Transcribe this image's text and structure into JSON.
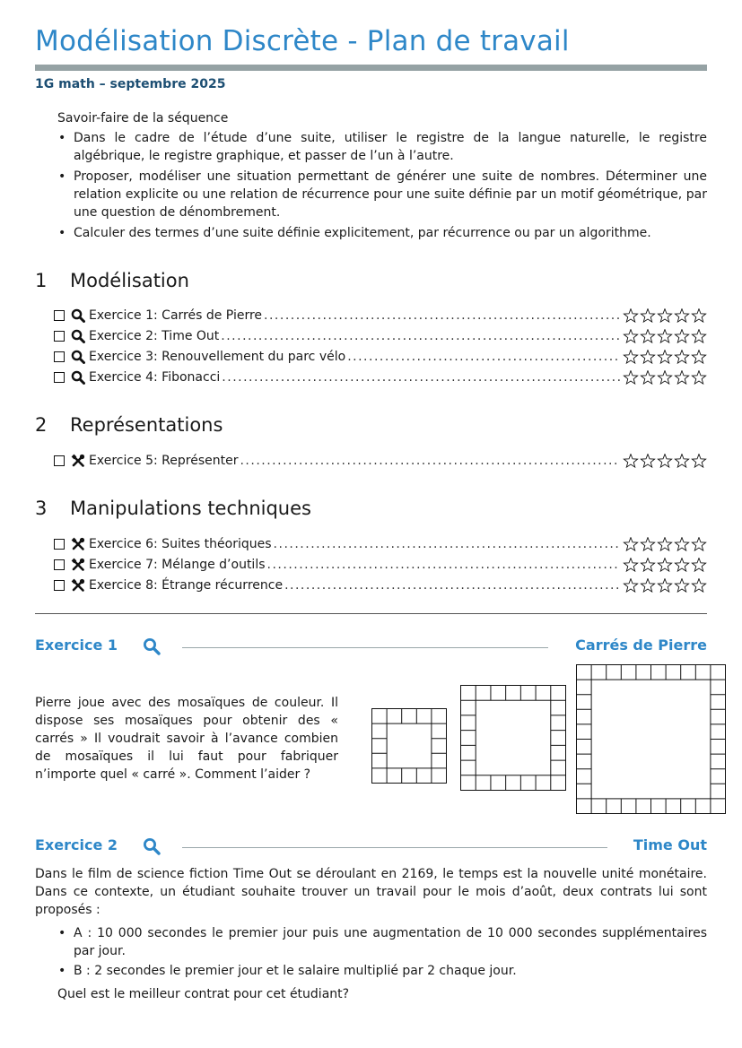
{
  "header": {
    "title": "Modélisation Discrète - Plan de travail",
    "subtitle": "1G math – septembre 2025"
  },
  "skills": {
    "heading": "Savoir-faire de la séquence",
    "items": [
      "Dans le cadre de l’étude d’une suite, utiliser le registre de la langue naturelle, le registre algébrique, le registre graphique, et passer de l’un à l’autre.",
      "Proposer, modéliser une situation permettant de générer une suite de nombres. Déterminer une relation explicite ou une relation de récurrence pour une suite définie par un motif géométrique, par une question de dénombrement.",
      "Calculer des termes d’une suite définie explicitement, par récurrence ou par un algorithme."
    ]
  },
  "sections": [
    {
      "num": "1",
      "title": "Modélisation"
    },
    {
      "num": "2",
      "title": "Représentations"
    },
    {
      "num": "3",
      "title": "Manipulations techniques"
    }
  ],
  "exercise_list": [
    {
      "label": "Exercice 1: Carrés de Pierre",
      "icon": "magnifier-icon",
      "stars": 5
    },
    {
      "label": "Exercice 2: Time Out",
      "icon": "magnifier-icon",
      "stars": 5
    },
    {
      "label": "Exercice 3: Renouvellement du parc vélo",
      "icon": "magnifier-icon",
      "stars": 5
    },
    {
      "label": "Exercice 4: Fibonacci",
      "icon": "magnifier-icon",
      "stars": 5
    },
    {
      "label": "Exercice 5: Représenter",
      "icon": "tools-icon",
      "stars": 5
    },
    {
      "label": "Exercice 6: Suites théoriques",
      "icon": "tools-icon",
      "stars": 5
    },
    {
      "label": "Exercice 7: Mélange d’outils",
      "icon": "tools-icon",
      "stars": 5
    },
    {
      "label": "Exercice 8: Étrange récurrence",
      "icon": "tools-icon",
      "stars": 5
    }
  ],
  "exercise1": {
    "name": "Exercice 1",
    "title": "Carrés de Pierre",
    "text": "Pierre joue avec des mosaïques de couleur. Il dispose ses mosaïques pour obtenir des « carrés » Il voudrait savoir à l’avance combien de mosaïques il lui faut pour fabriquer n’importe quel « carré ». Comment l’aider ?",
    "mosaic_sizes": [
      5,
      7,
      10
    ]
  },
  "exercise2": {
    "name": "Exercice 2",
    "title": "Time Out",
    "intro": "Dans le film de science fiction Time Out se déroulant en 2169, le temps est la nouvelle unité monétaire. Dans ce contexte, un étudiant souhaite trouver un travail pour le mois d’août, deux contrats lui sont proposés :",
    "options": [
      "A : 10 000 secondes le premier jour puis une augmentation de 10 000 secondes supplémentaires par jour.",
      "B : 2 secondes le premier jour et le salaire multiplié par 2 chaque jour."
    ],
    "question": "Quel est le meilleur contrat pour cet étudiant?"
  },
  "colors": {
    "accent": "#2e87c8",
    "rule": "#95a2a4",
    "subtitle": "#1d4f73"
  }
}
